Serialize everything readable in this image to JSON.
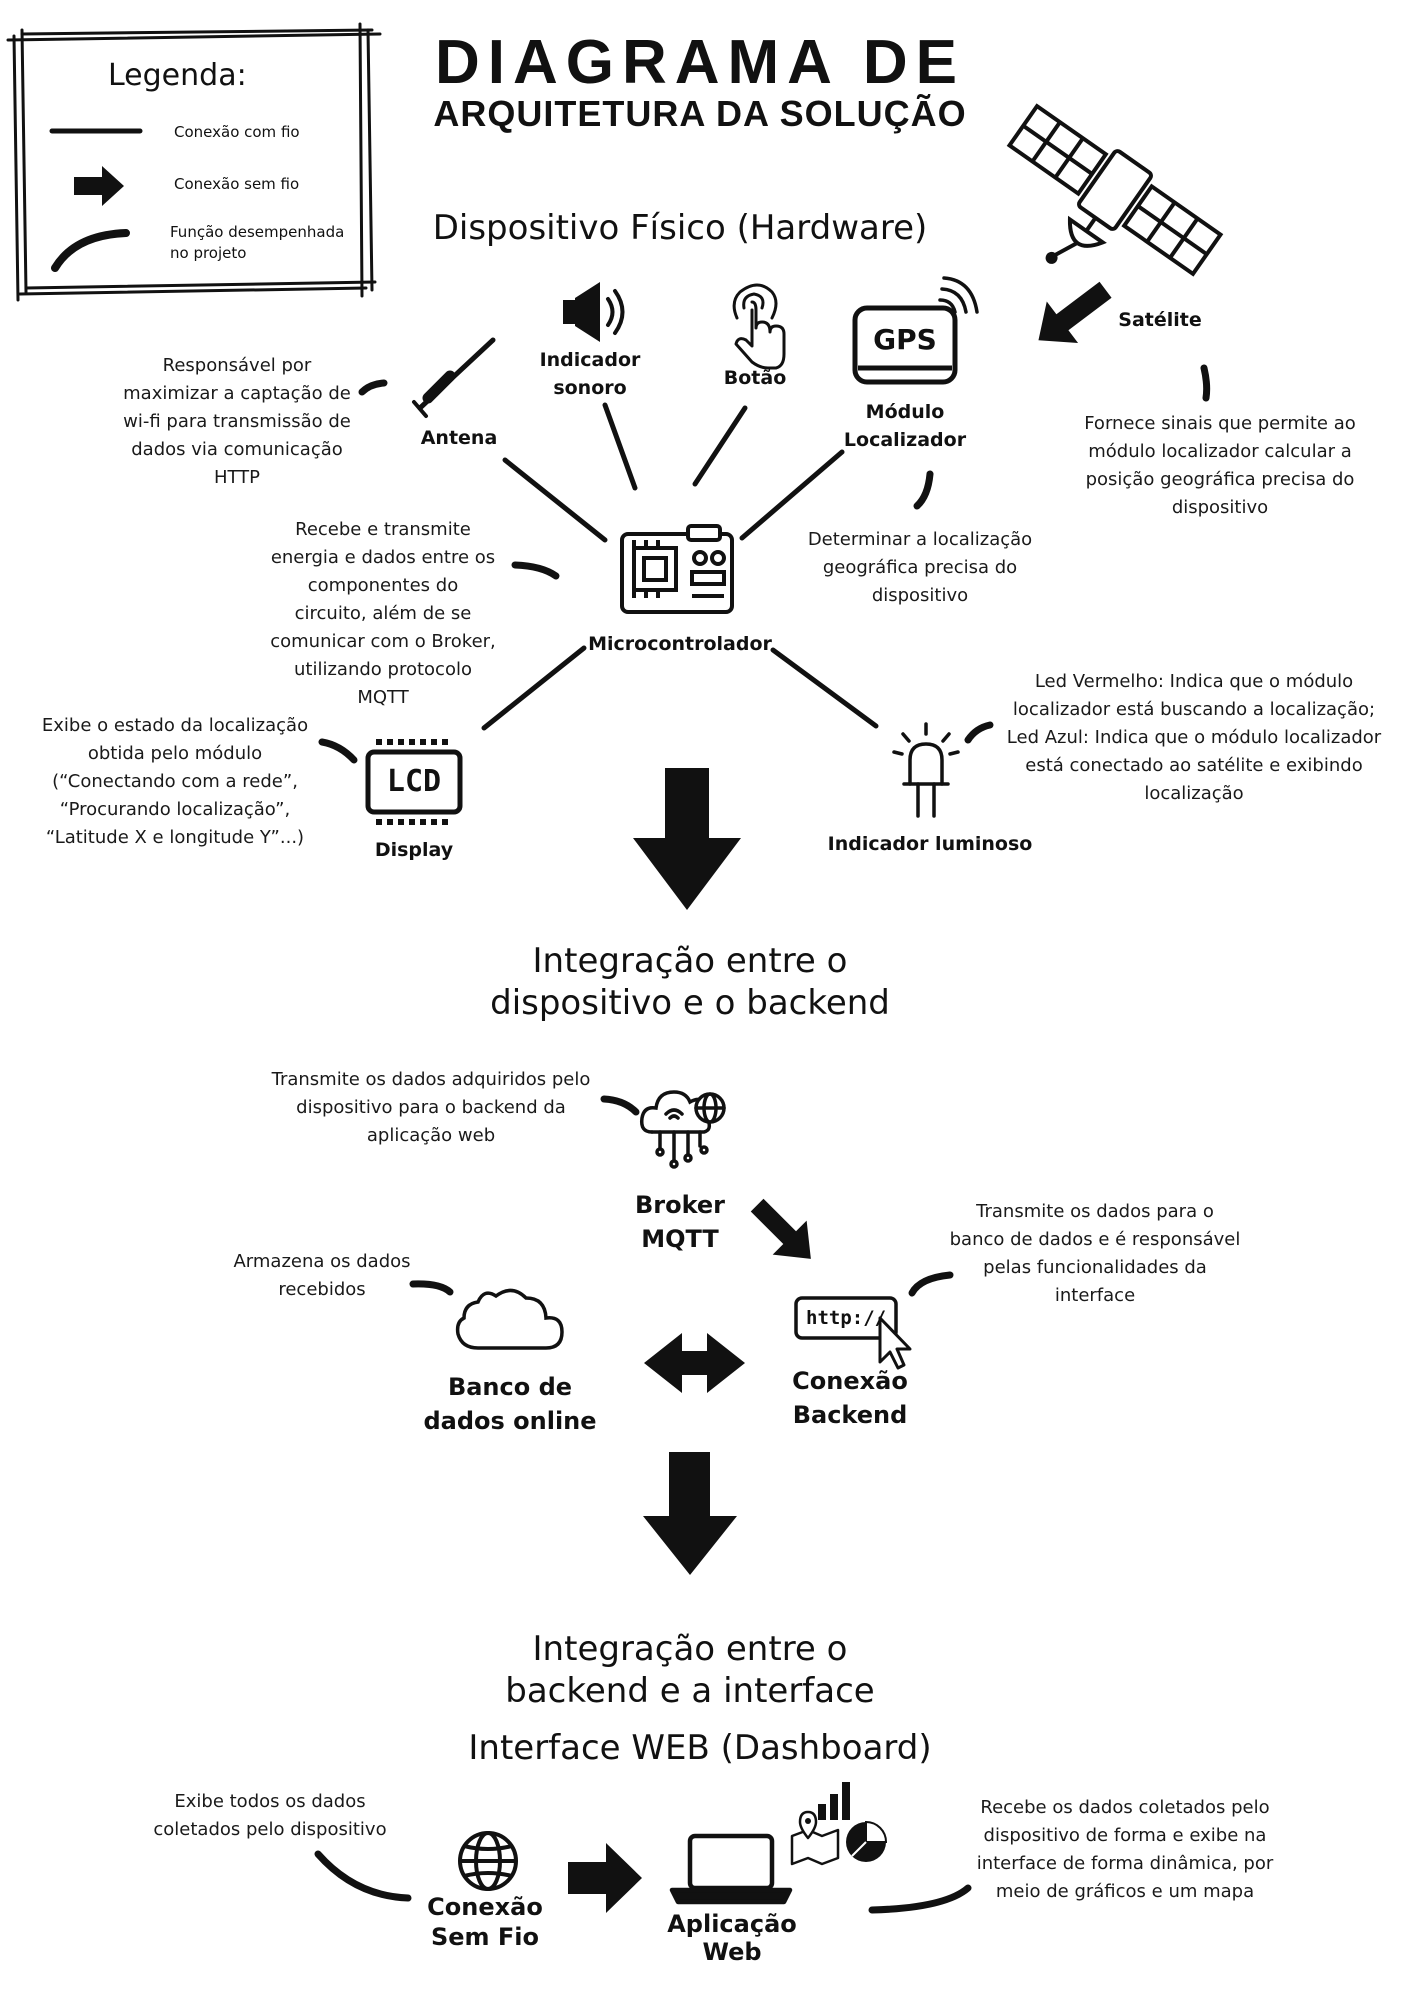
{
  "title": {
    "line1": "DIAGRAMA DE",
    "line2": "ARQUITETURA DA SOLUÇÃO"
  },
  "legend": {
    "title": "Legenda:",
    "wired": "Conexão com fio",
    "wireless": "Conexão sem fio",
    "role_line1": "Função desempenhada",
    "role_line2": "no projeto"
  },
  "sections": {
    "hardware": "Dispositivo Físico (Hardware)",
    "device_backend_1": "Integração entre o",
    "device_backend_2": "dispositivo e o backend",
    "backend_interface_1": "Integração entre o",
    "backend_interface_2": "backend e a interface",
    "web": "Interface WEB (Dashboard)"
  },
  "components": {
    "antenna": "Antena",
    "buzzer_1": "Indicador",
    "buzzer_2": "sonoro",
    "button": "Botão",
    "gps_1": "Módulo",
    "gps_2": "Localizador",
    "gps_text": "GPS",
    "satellite": "Satélite",
    "microcontroller": "Microcontrolador",
    "display": "Display",
    "lcd_text": "LCD",
    "led": "Indicador luminoso",
    "broker_1": "Broker",
    "broker_2": "MQTT",
    "database_1": "Banco de",
    "database_2": "dados online",
    "backend_1": "Conexão",
    "backend_2": "Backend",
    "http_text": "http://",
    "wifi_1": "Conexão",
    "wifi_2": "Sem Fio",
    "webapp_1": "Aplicação",
    "webapp_2": "Web"
  },
  "notes": {
    "antenna": [
      "Responsável por",
      "maximizar a captação de",
      "wi-fi para transmissão de",
      "dados via comunicação",
      "HTTP"
    ],
    "satellite": [
      "Fornece sinais que permite ao",
      "módulo localizador calcular a",
      "posição geográfica precisa do",
      "dispositivo"
    ],
    "gps": [
      "Determinar a localização",
      "geográfica precisa do",
      "dispositivo"
    ],
    "microcontroller": [
      "Recebe e transmite",
      "energia e dados entre os",
      "componentes do",
      "circuito, além de se",
      "comunicar com o Broker,",
      "utilizando protocolo",
      "MQTT"
    ],
    "display": [
      "Exibe o estado da localização",
      "obtida pelo módulo",
      "(“Conectando com a rede”,",
      "“Procurando localização”,",
      "“Latitude X e longitude Y”...)"
    ],
    "led": [
      "Led Vermelho: Indica que o módulo",
      "localizador está buscando a localização;",
      "Led Azul: Indica que o módulo localizador",
      "está conectado ao satélite e exibindo",
      "localização"
    ],
    "broker": [
      "Transmite os dados adquiridos pelo",
      "dispositivo para o backend da",
      "aplicação web"
    ],
    "database": [
      "Armazena os dados",
      "recebidos"
    ],
    "backend": [
      "Transmite os dados para o",
      "banco de dados e é responsável",
      "pelas funcionalidades da",
      "interface"
    ],
    "wifi": [
      "Exibe todos os dados",
      "coletados pelo dispositivo"
    ],
    "webapp": [
      "Recebe os dados coletados pelo",
      "dispositivo de forma e exibe na",
      "interface de forma dinâmica, por",
      "meio de gráficos e um mapa"
    ]
  }
}
